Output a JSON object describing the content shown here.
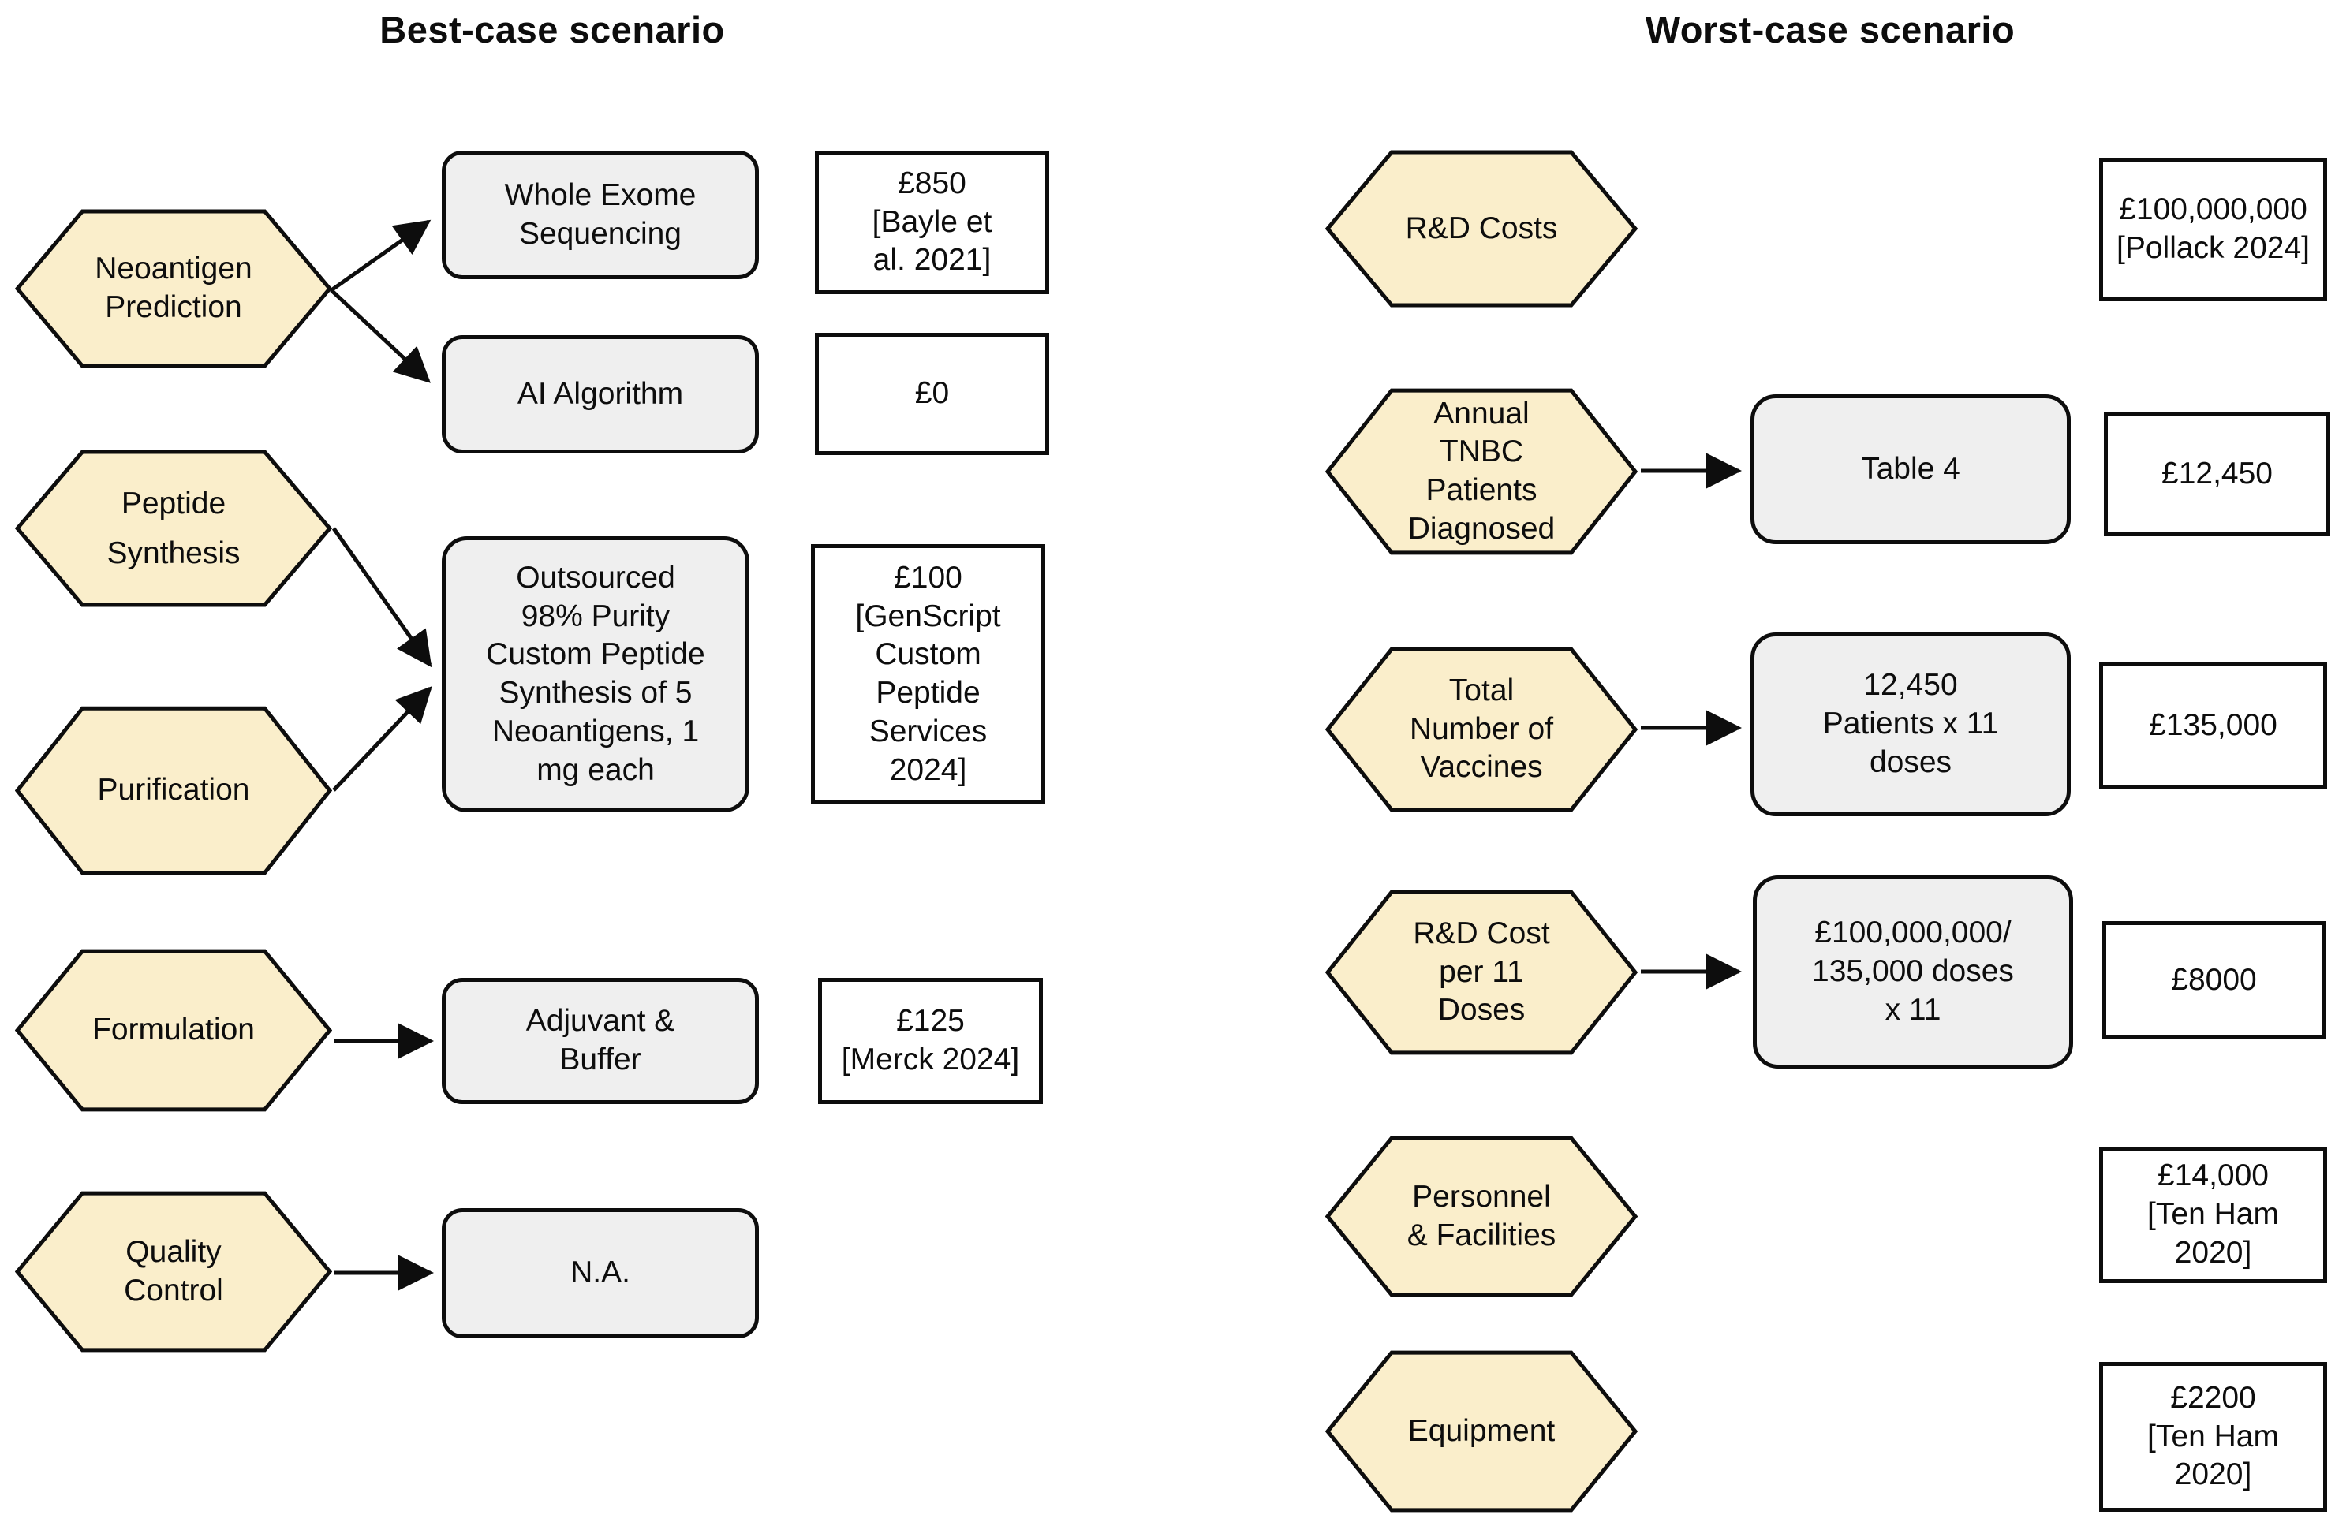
{
  "best_case": {
    "title": "Best-case scenario",
    "stages": [
      "Neoantigen\nPrediction",
      "Peptide\nSynthesis",
      "Purification",
      "Formulation",
      "Quality\nControl"
    ],
    "methods": [
      "Whole Exome\nSequencing",
      "AI Algorithm",
      "Outsourced\n98% Purity\nCustom Peptide\nSynthesis of 5\nNeoantigens, 1\nmg each",
      "Adjuvant &\nBuffer",
      "N.A."
    ],
    "costs": [
      "£850\n[Bayle et\nal. 2021]",
      "£0",
      "£100\n[GenScript\nCustom\nPeptide\nServices\n2024]",
      "£125\n[Merck 2024]"
    ]
  },
  "worst_case": {
    "title": "Worst-case scenario",
    "stages": [
      "R&D Costs",
      "Annual\nTNBC\nPatients\nDiagnosed",
      "Total\nNumber of\nVaccines",
      "R&D Cost\nper 11\nDoses",
      "Personnel\n& Facilities",
      "Equipment"
    ],
    "methods": [
      "Table 4",
      "12,450\nPatients x  11\ndoses",
      "£100,000,000/\n135,000 doses\nx  11",
      ""
    ],
    "costs": [
      "£100,000,000\n[Pollack 2024]",
      "£12,450",
      "£135,000",
      "£8000",
      "£14,000\n[Ten Ham\n2020]",
      "£2200\n[Ten Ham\n2020]"
    ]
  },
  "colors": {
    "hexagon_fill": "#FAEECB",
    "process_box_fill": "#EFEFEF",
    "cost_box_fill": "#FFFFFF",
    "outline": "#0D0D0D"
  }
}
